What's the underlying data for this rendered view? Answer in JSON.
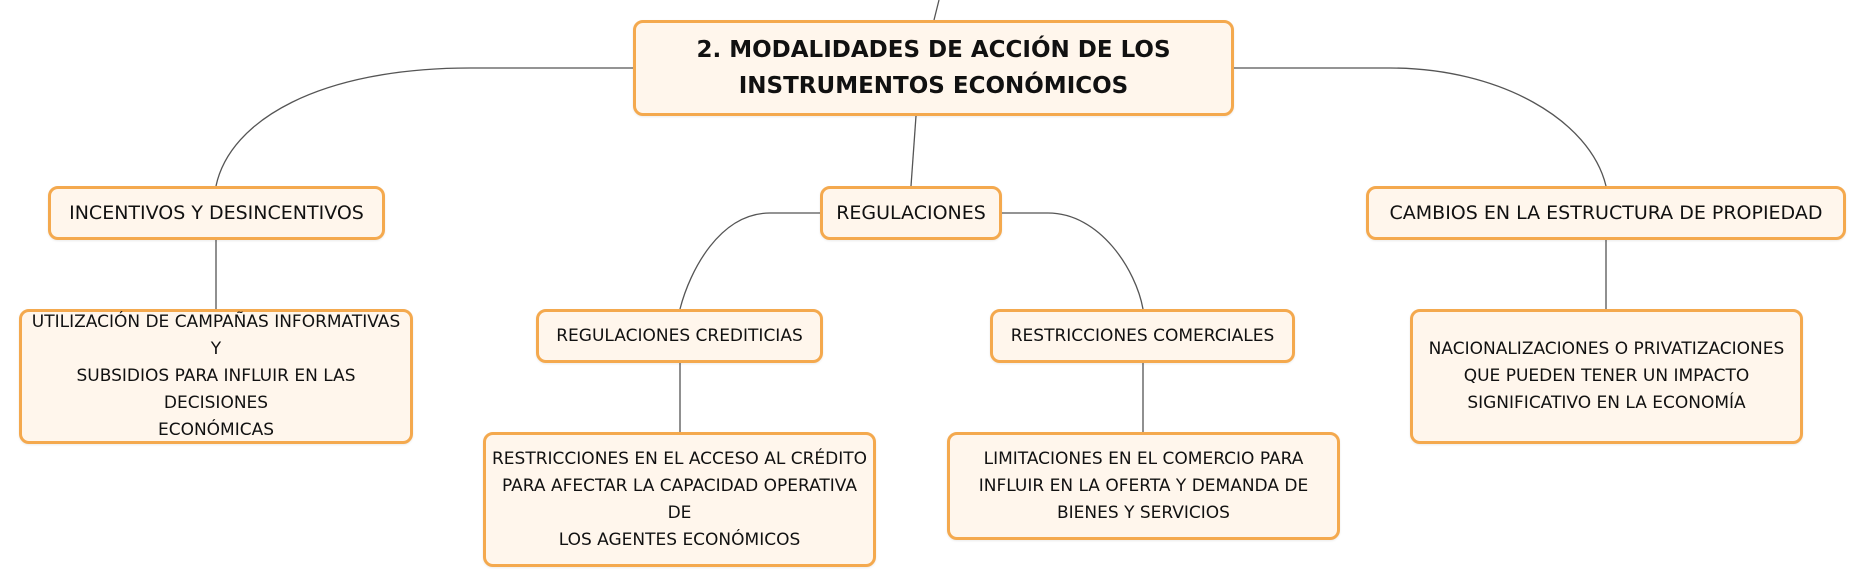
{
  "diagram": {
    "root": {
      "label": "2. MODALIDADES DE ACCIÓN DE LOS\nINSTRUMENTOS ECONÓMICOS"
    },
    "branches": {
      "incentivos": {
        "label": "INCENTIVOS Y DESINCENTIVOS",
        "detail": "UTILIZACIÓN DE CAMPAÑAS INFORMATIVAS Y\nSUBSIDIOS PARA INFLUIR EN LAS DECISIONES\nECONÓMICAS"
      },
      "regulaciones": {
        "label": "REGULACIONES",
        "crediticias": {
          "label": "REGULACIONES CREDITICIAS",
          "detail": "RESTRICCIONES EN EL ACCESO AL CRÉDITO\nPARA AFECTAR LA CAPACIDAD OPERATIVA DE\nLOS AGENTES ECONÓMICOS"
        },
        "comerciales": {
          "label": "RESTRICCIONES COMERCIALES",
          "detail": "LIMITACIONES EN EL COMERCIO PARA\nINFLUIR EN LA OFERTA Y DEMANDA DE\nBIENES Y SERVICIOS"
        }
      },
      "cambios": {
        "label": "CAMBIOS EN LA ESTRUCTURA DE PROPIEDAD",
        "detail": "NACIONALIZACIONES O PRIVATIZACIONES\nQUE PUEDEN TENER UN IMPACTO\nSIGNIFICATIVO EN LA ECONOMÍA"
      }
    },
    "colors": {
      "node_fill": "#fff6ec",
      "node_border": "#f4a94e",
      "connector": "#555555",
      "text": "#111111"
    }
  }
}
